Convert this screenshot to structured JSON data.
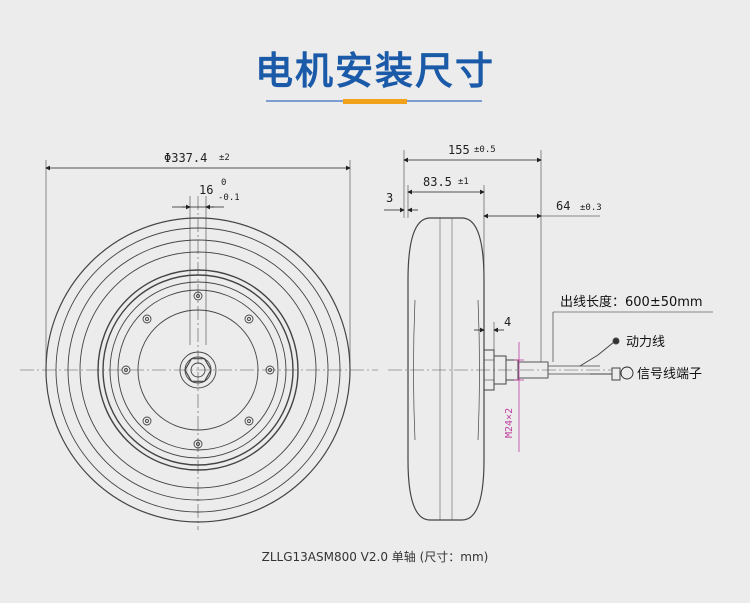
{
  "header": {
    "title": "电机安装尺寸"
  },
  "front_view": {
    "dim_diameter": "Φ337.4",
    "dim_diameter_tol": "±2",
    "dim_shaft_width": "16",
    "dim_shaft_tol_upper": "0",
    "dim_shaft_tol_lower": "-0.1"
  },
  "side_view": {
    "dim_total_width": "155",
    "dim_total_tol": "±0.5",
    "dim_tire_width": "83.5",
    "dim_tire_tol": "±1",
    "dim_offset": "3",
    "dim_shaft_length": "64",
    "dim_shaft_length_tol": "±0.3",
    "dim_flat": "4",
    "dim_thread": "M24×2",
    "label_cable_length": "出线长度：600±50mm",
    "label_power_wire": "动力线",
    "label_signal_terminal": "信号线端子"
  },
  "footer": {
    "caption": "ZLLG13ASM800 V2.0 单轴 (尺寸：mm)"
  },
  "colors": {
    "title": "#1b5aa8",
    "accent": "#f0a21a",
    "underline": "#7d9dd2",
    "thread_dim": "#c040a0"
  }
}
